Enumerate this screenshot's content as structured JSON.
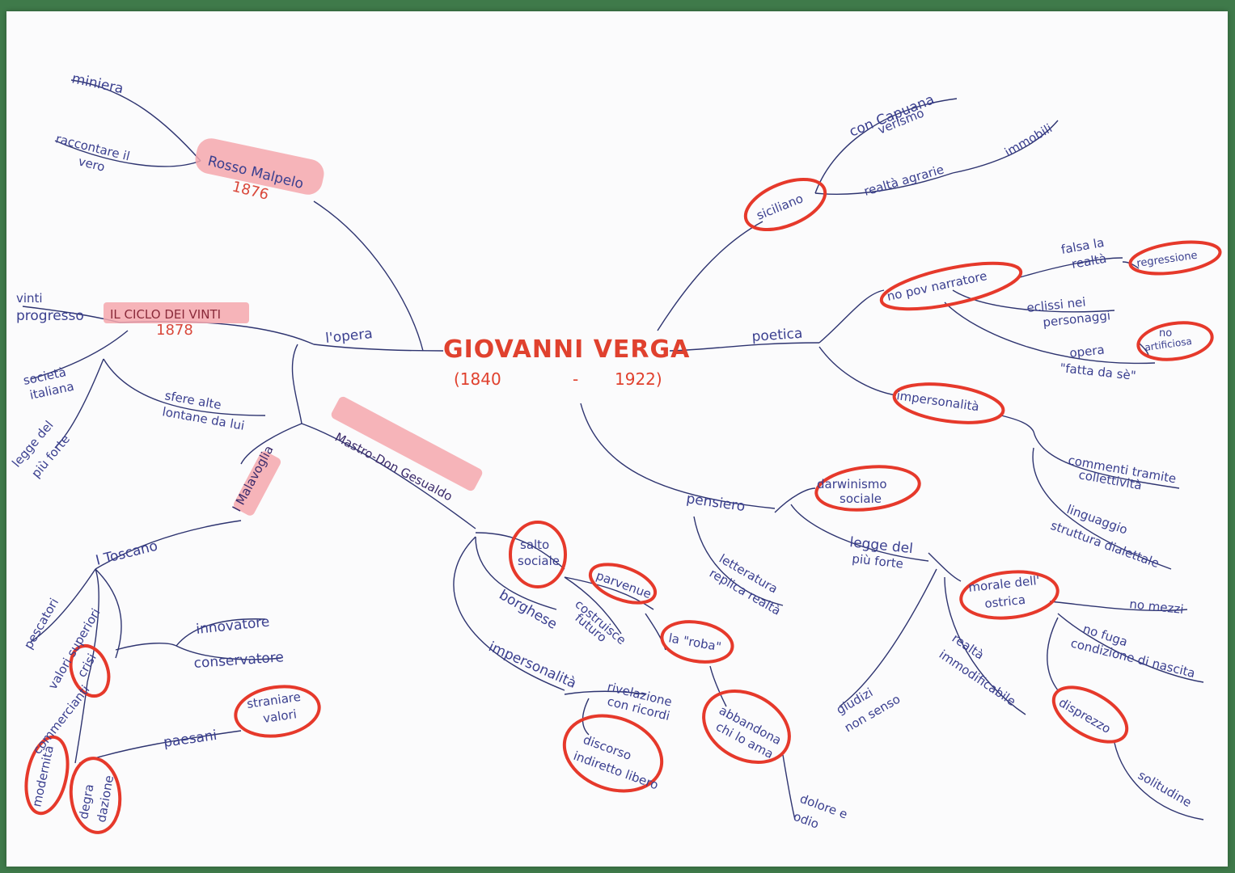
{
  "center": {
    "title": "GIOVANNI VERGA",
    "birth": "(1840",
    "dash": "-",
    "death": "1922)"
  },
  "left": {
    "opera": "l'opera",
    "rosso": {
      "title": "Rosso Malpelo",
      "year": "1876",
      "miniera": "miniera",
      "raccontare1": "raccontare il",
      "raccontare2": "vero"
    },
    "ciclo": {
      "title": "IL CICLO DEI VINTI",
      "year": "1878",
      "vinti": "vinti",
      "progresso": "progresso",
      "societa1": "società",
      "societa2": "italiana",
      "legge1": "legge del",
      "legge2": "più forte",
      "sfere1": "sfere alte",
      "sfere2": "lontane da lui"
    },
    "malavoglia": {
      "title": "I Malavoglia",
      "toscano": "I Toscano",
      "pescatori": "pescatori",
      "valori": "valori superiori",
      "crisi": "crisi",
      "innovatore": "innovatore",
      "conservatore": "conservatore",
      "commercianti": "commercianti",
      "paesani": "paesani",
      "straniare1": "straniare",
      "straniare2": "valori",
      "modernita": "modernità",
      "degradazione1": "degra",
      "degradazione2": "dazione"
    },
    "mastro": {
      "title": "Mastro-Don Gesualdo",
      "salto1": "salto",
      "salto2": "sociale",
      "borghese": "borghese",
      "parvenue": "parvenue",
      "costruisce1": "costruisce",
      "costruisce2": "futuro",
      "roba": "la \"roba\"",
      "abbandona1": "abbandona",
      "abbandona2": "chi lo ama",
      "dolore1": "dolore e",
      "dolore2": "odio",
      "impersonalita": "impersonalità",
      "rivelazione1": "rivelazione",
      "rivelazione2": "con ricordi",
      "discorso1": "discorso",
      "discorso2": "indiretto libero"
    }
  },
  "right": {
    "siciliano": "siciliano",
    "capuana1": "con Capuana",
    "capuana2": "verismo",
    "realta_agrarie": "realtà agrarie",
    "immobili": "immobili",
    "poetica": "poetica",
    "no_pov": "no pov narratore",
    "falsa1": "falsa la",
    "falsa2": "realtà",
    "regressione": "regressione",
    "eclissi1": "eclissi nei",
    "eclissi2": "personaggi",
    "no_artificiosa1": "no",
    "no_artificiosa2": "artificiosa",
    "opera1": "opera",
    "opera2": "\"fatta da sè\"",
    "impersonalita": "impersonalità",
    "commenti1": "commenti tramite",
    "commenti2": "collettività",
    "linguaggio1": "linguaggio",
    "linguaggio2": "struttura dialettale",
    "pensiero": "pensiero",
    "darwinismo1": "darwinismo",
    "darwinismo2": "sociale",
    "letteratura1": "letteratura",
    "letteratura2": "replica realtà",
    "legge1": "legge del",
    "legge2": "più forte",
    "morale1": "morale dell'",
    "morale2": "ostrica",
    "no_mezzi": "no mezzi",
    "no_fuga1": "no fuga",
    "no_fuga2": "condizione di nascita",
    "disprezzo": "disprezzo",
    "solitudine": "solitudine",
    "realta_imm1": "realtà",
    "realta_imm2": "immodificabile",
    "giudizi1": "giudizi",
    "giudizi2": "non senso"
  }
}
